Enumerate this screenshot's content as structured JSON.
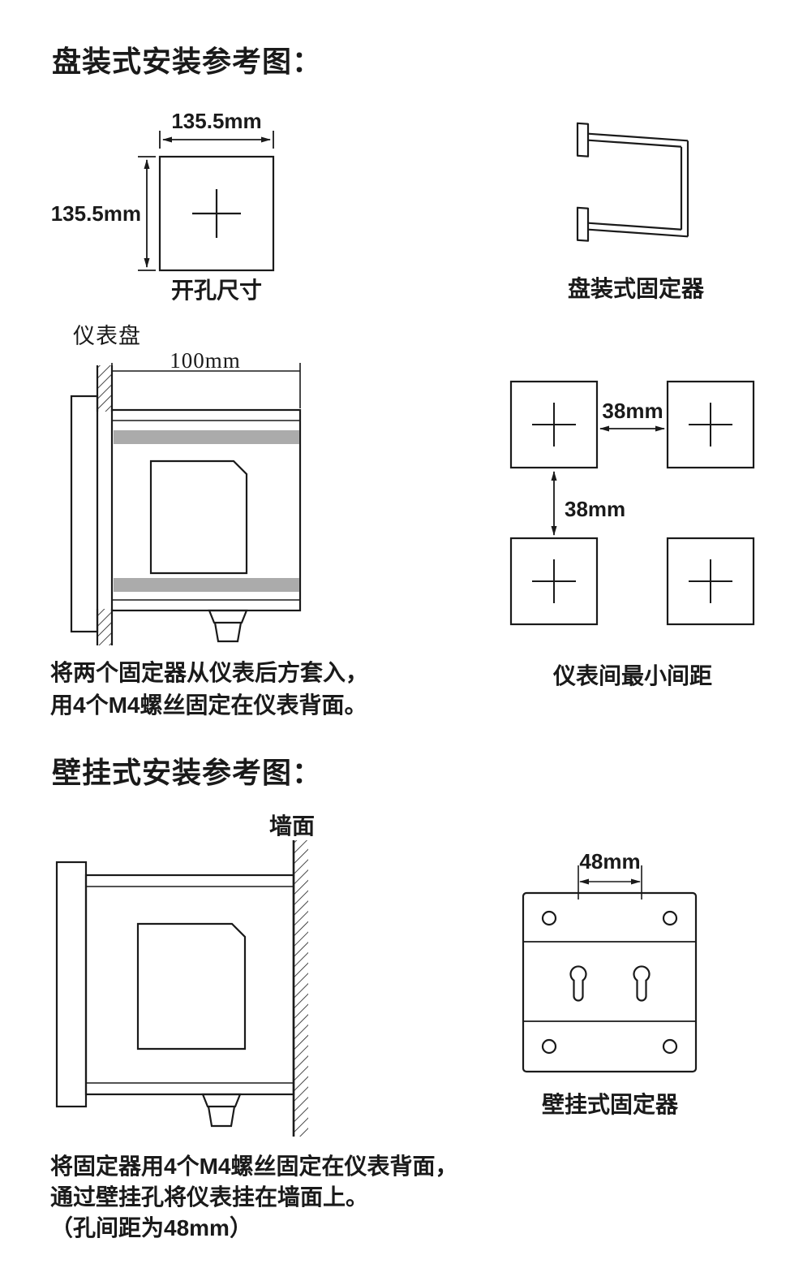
{
  "colors": {
    "ink": "#1a1a1a",
    "fixture_gray": "#ababab"
  },
  "panel_section": {
    "title": "盘装式安装参考图：",
    "cutout": {
      "width_label": "135.5mm",
      "height_label": "135.5mm",
      "caption": "开孔尺寸"
    },
    "bracket_caption": "盘装式固定器",
    "side_view": {
      "panel_label": "仪表盘",
      "depth_label": "100mm"
    },
    "spacing": {
      "horizontal_label": "38mm",
      "vertical_label": "38mm",
      "caption": "仪表间最小间距"
    },
    "note": [
      "将两个固定器从仪表后方套入，",
      "用4个M4螺丝固定在仪表背面。"
    ]
  },
  "wall_section": {
    "title": "壁挂式安装参考图：",
    "wall_label": "墙面",
    "bracket": {
      "hole_spacing_label": "48mm",
      "caption": "壁挂式固定器"
    },
    "note": [
      "将固定器用4个M4螺丝固定在仪表背面，",
      "通过壁挂孔将仪表挂在墙面上。",
      "（孔间距为48mm）"
    ]
  }
}
